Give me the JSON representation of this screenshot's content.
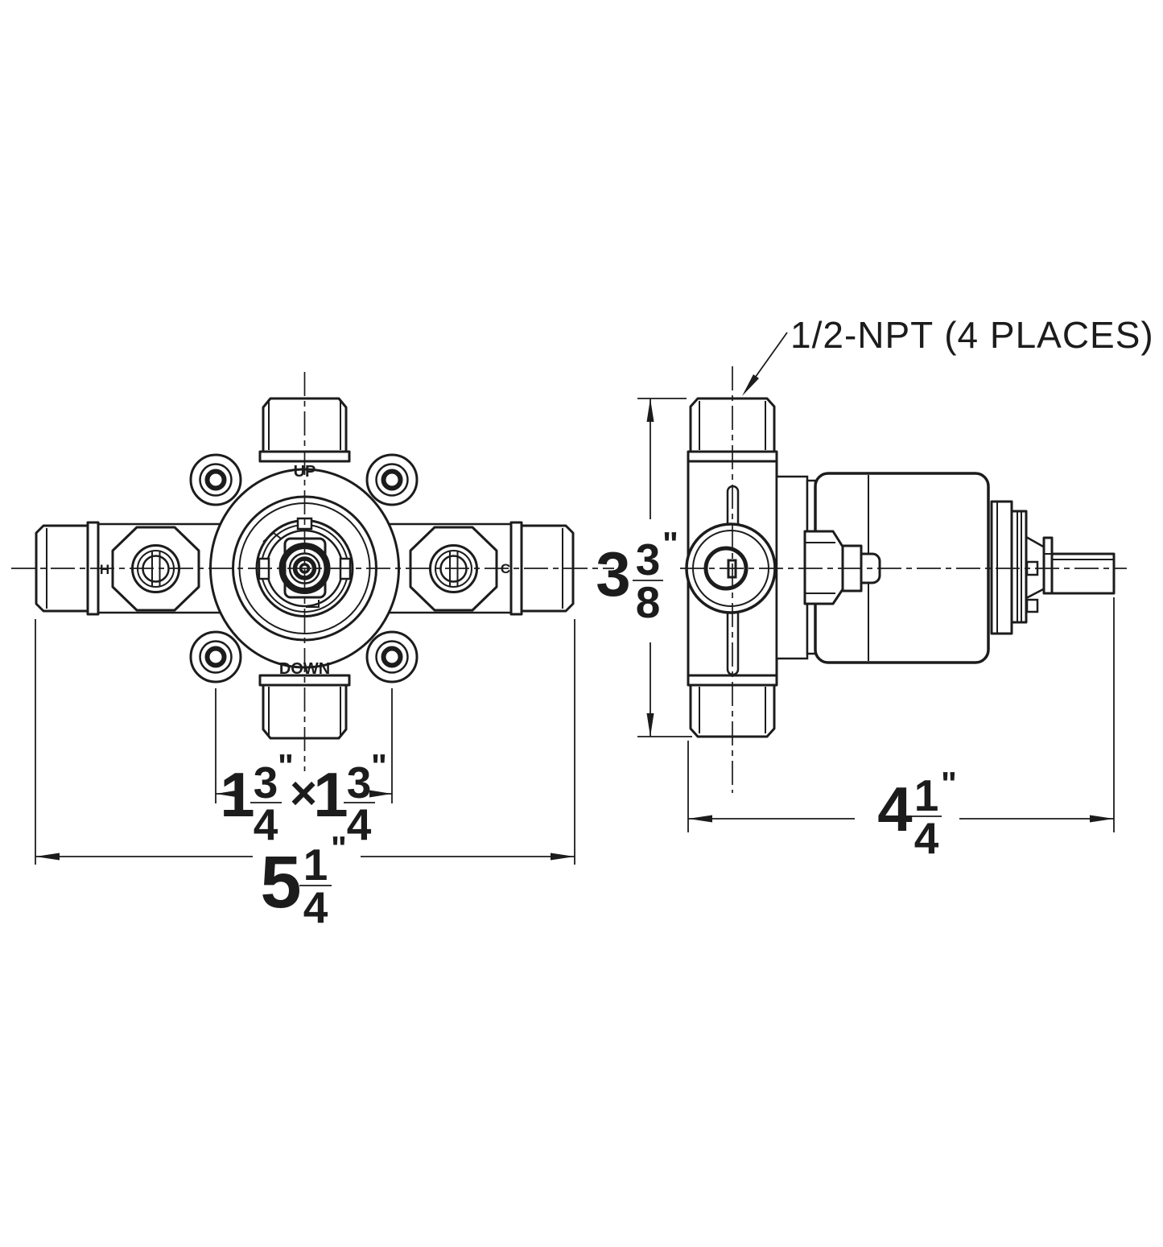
{
  "note_npt": "1/2-NPT (4 PLACES)",
  "front_view": {
    "up": "UP",
    "down": "DOWN",
    "hot": "H",
    "cold": "C"
  },
  "dimensions": {
    "bolt_spacing": {
      "whole_a": "1",
      "num_a": "3",
      "den_a": "4",
      "unit_a": "\"",
      "times": "×",
      "whole_b": "1",
      "num_b": "3",
      "den_b": "4",
      "unit_b": "\""
    },
    "overall_width": {
      "whole": "5",
      "num": "1",
      "den": "4",
      "unit": "\""
    },
    "height": {
      "whole": "3",
      "num": "3",
      "den": "8",
      "unit": "\""
    },
    "depth": {
      "whole": "4",
      "num": "1",
      "den": "4",
      "unit": "\""
    }
  },
  "colors": {
    "line": "#1c1c1c",
    "background": "#ffffff"
  }
}
